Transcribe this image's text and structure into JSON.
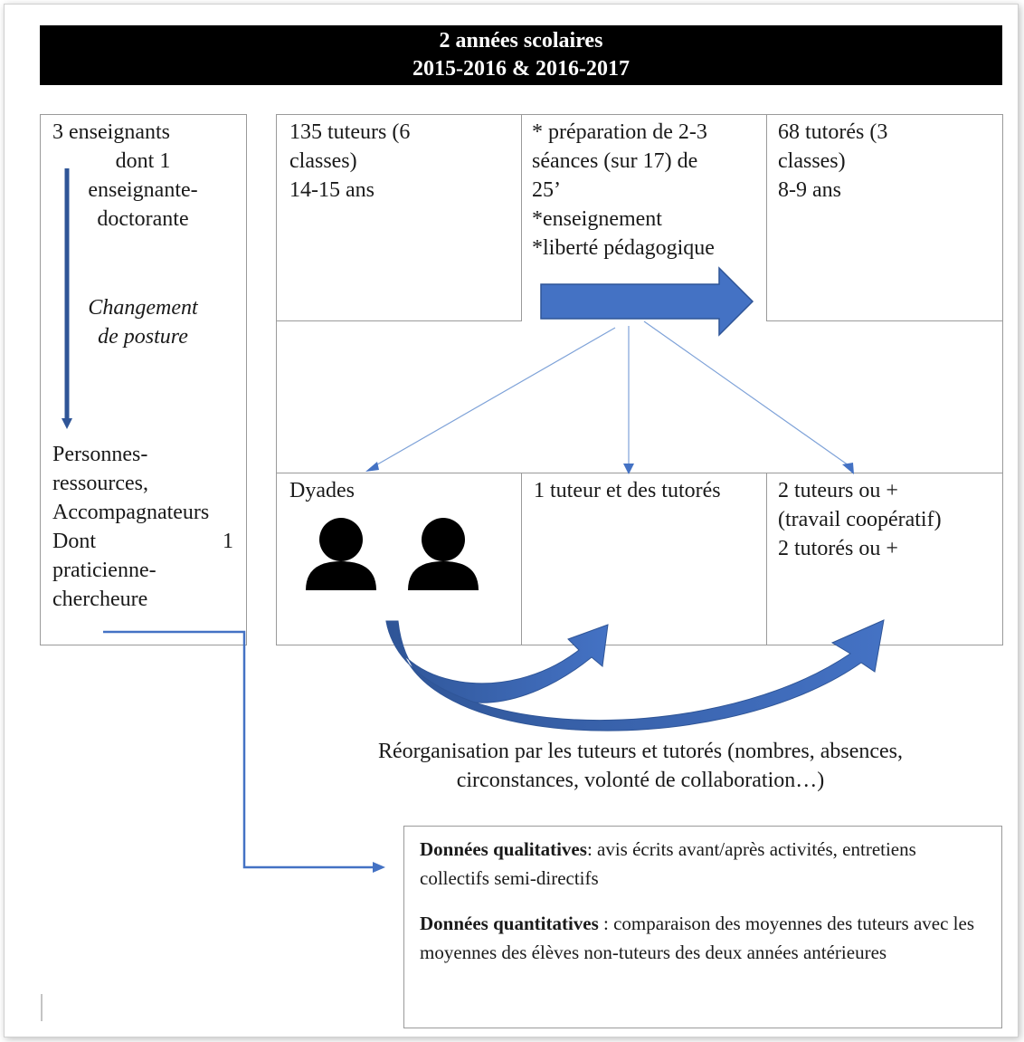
{
  "header": {
    "line1": "2 années scolaires",
    "line2": "2015-2016 & 2016-2017"
  },
  "left_panel": {
    "line1": "3 enseignants",
    "line2": "dont 1",
    "line3": "enseignante-",
    "line4": "doctorante",
    "change_line1": "Changement",
    "change_line2": "de posture",
    "resources_line1": "Personnes-",
    "resources_line2": "ressources,",
    "resources_line3": "Accompagnateurs",
    "resources_dont": "Dont",
    "resources_one": "1",
    "resources_line5": "praticienne-",
    "resources_line6": "chercheure"
  },
  "tutors_box": {
    "text": "135 tuteurs (6\nclasses)\n14-15 ans"
  },
  "preparation": {
    "text": "* préparation de 2-3\nséances (sur 17) de\n25’\n*enseignement\n*liberté pédagogique"
  },
  "tutored_box": {
    "text": "68 tutorés (3\nclasses)\n8-9 ans"
  },
  "groupings": {
    "dyads": "Dyades",
    "one_tutor": "1 tuteur et des tutorés",
    "multi": "2 tuteurs ou +\n(travail coopératif)\n2 tutorés ou +"
  },
  "reorganisation": {
    "line1": "Réorganisation par les tuteurs et tutorés (nombres, absences,",
    "line2": "circonstances, volonté de collaboration…)"
  },
  "data_box": {
    "qual_label": "Données qualitatives",
    "qual_text": ": avis écrits avant/après activités, entretiens collectifs semi-directifs",
    "quant_label": "Données quantitatives",
    "quant_text": " : comparaison des moyennes des tuteurs avec les moyennes des élèves non-tuteurs des deux années antérieures"
  },
  "colors": {
    "accent": "#4472C4",
    "accent_dark": "#2F5597",
    "header_bg": "#000000",
    "border": "#9a9a9a"
  },
  "icons": [
    "person-icon",
    "person-icon"
  ]
}
